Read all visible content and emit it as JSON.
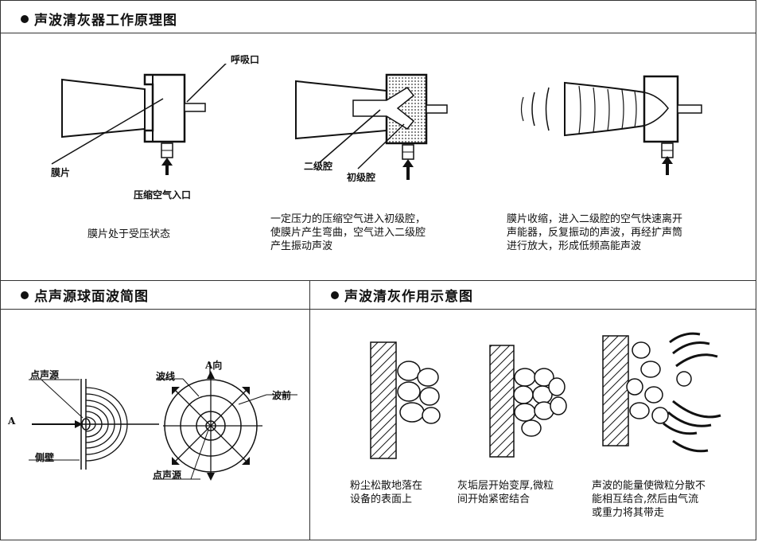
{
  "sections": {
    "top": {
      "title": "声波清灰器工作原理图",
      "labels": {
        "inlet": "呼吸口",
        "membrane": "膜片",
        "air": "压缩空气入口",
        "second": "二级腔",
        "first": "初级腔"
      },
      "captions": [
        [
          "膜片处于受压状态"
        ],
        [
          "一定压力的压缩空气进入初级腔，",
          "使膜片产生弯曲，空气进入二级腔",
          "产生振动声波"
        ],
        [
          "膜片收缩，进入二级腔的空气快速离开",
          "声能器，反复振动的声波，再经扩声筒",
          "进行放大，形成低频高能声波"
        ]
      ]
    },
    "left": {
      "title": "点声源球面波简图",
      "labels": {
        "source": "点声源",
        "a": "A",
        "wall": "侧壁",
        "a_dir": "A向",
        "ray": "波线",
        "front": "波前",
        "source2": "点声源"
      }
    },
    "right": {
      "title": "声波清灰作用示意图",
      "captions": [
        [
          "粉尘松散地落在",
          "设备的表面上"
        ],
        [
          "灰垢层开始变厚,微粒",
          "间开始紧密结合"
        ],
        [
          "声波的能量使微粒分散不",
          "能相互结合,然后由气流",
          "或重力将其带走"
        ]
      ]
    }
  }
}
